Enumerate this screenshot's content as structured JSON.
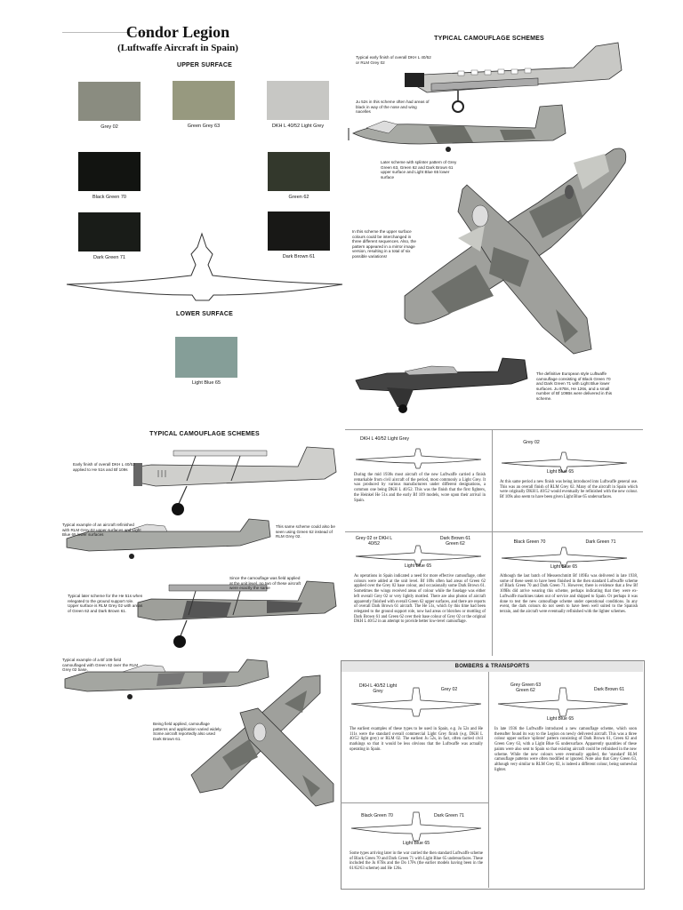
{
  "header": {
    "title": "Condor Legion",
    "subtitle": "(Luftwaffe Aircraft in Spain)"
  },
  "upper_surface": {
    "heading": "UPPER SURFACE",
    "swatches": [
      {
        "label": "Grey 02",
        "color": "#8a8c80"
      },
      {
        "label": "Green Grey 63",
        "color": "#97997f"
      },
      {
        "label": "DKH L 40/52 Light Grey",
        "color": "#c7c7c4"
      },
      {
        "label": "Black Green 70",
        "color": "#121411"
      },
      {
        "label": "Green 62",
        "color": "#33382c"
      },
      {
        "label": "Dark Green 71",
        "color": "#191c18"
      },
      {
        "label": "Dark Brown 61",
        "color": "#181816"
      }
    ]
  },
  "lower_surface": {
    "heading": "LOWER SURFACE",
    "swatch": {
      "label": "Light Blue 65",
      "color": "#859e98"
    }
  },
  "right_top": {
    "heading": "TYPICAL CAMOUFLAGE SCHEMES",
    "captions": [
      "Typical early finish of overall DKH L 40/52 or RLM Grey 02",
      "Ju 52s in this scheme often had areas of black in way of the nose and wing nacelles",
      "Later scheme with splinter pattern of Grey Green 63, Green 62 and Dark Brown 61 upper surface and Light Blue 65 lower surface",
      "In this scheme the upper surface colours could be interchanged in three different sequences. Also, the pattern appeared in a mirror image version, resulting in a total of six possible variations!",
      "The definitive European style Luftwaffe camouflage consisting of Black Green 70 and Dark Green 71 with Light Blue lower surfaces. Ju 87Bs, He 126s, and a small number of Bf 109Bs were delivered in this scheme."
    ]
  },
  "left_bottom": {
    "heading": "TYPICAL CAMOUFLAGE SCHEMES",
    "captions": [
      "Early finish of overall DKH L 40/52 applied to He 51s and Bf 109s",
      "Typical example of an aircraft refinished with RLM Grey 02 upper surfaces and Light Blue 65 lower surfaces",
      "This same scheme could also be seen using Green 62 instead of RLM Grey 02.",
      "Since the camouflage was field applied at the unit level, no two of these aircraft were exactly the same",
      "Typical later scheme for the He 51s when relegated to the ground support role. Upper surface is RLM Grey 02 with areas of Green 62 and Dark Brown 61.",
      "Typical example of a Bf 109 field camouflaged with Green 62 over the RLM Grey 02 base.",
      "Being field applied, camouflage patterns and application varied widely. Some aircraft reportedly also used Dark Brown 61."
    ]
  },
  "fighters": {
    "p1": {
      "top": "DKH L 40/52 Light Grey",
      "text": "During the mid 1930s most aircraft of the new Luftwaffe carried a finish remarkable from civil aircraft of the period, most commonly a Light Grey. It was produced by various manufacturers under different designations, a common one being DKH L 40/52. This was the finish that the first fighters, the Heinkel He 51s and the early Bf 109 models, wore upon their arrival in Spain."
    },
    "p2": {
      "top": "Grey 02",
      "bottom": "Light Blue 65",
      "text": "At this same period a new finish was being introduced into Luftwaffe general use. This was an overall finish of RLM Grey 02. Many of the aircraft in Spain which were originally DKH L 40/52 would eventually be refinished with the new colour. Bf 109s also seem to have been given Light Blue 65 undersurfaces."
    },
    "p3": {
      "tl": "Grey 02 or DKH L 40/52",
      "tr": "Dark Brown 61 Green 62",
      "bottom": "Light Blue 65",
      "text": "As operations in Spain indicated a need for more effective camouflage, other colours were added at the unit level. Bf 109s often had areas of Green 62 applied over the Grey 02 base colour, and occasionally some Dark Brown 61. Sometimes the wings received areas of colour while the fuselage was either left overall Grey 02 or very lightly mottled. There are also photos of aircraft apparently finished with overall Green 62 upper surfaces, and there are reports of overall Dark Brown 61 aircraft. The He 51s, which by this time had been relegated to the ground support role, now had areas or blotches or mottling of Dark Brown 61 and Green 62 over their base colour of Grey 02 or the original DKH L 40/52 in an attempt to provide better low-level camouflage."
    },
    "p4": {
      "tl": "Black Green 70",
      "tr": "Dark Green 71",
      "bottom": "Light Blue 65",
      "text": "Although the last batch of Messerschmitt Bf 109Es was delivered in late 1938, some of these seem to have been finished in the then standard Luftwaffe scheme of Black Green 70 and Dark Green 71. However, there is evidence that a few Bf 109Bs did arrive wearing this scheme, perhaps indicating that they were ex-Luftwaffe machines taken out of service and shipped to Spain. Or perhaps it was done to test the new camouflage scheme under operational conditions. In any event, the dark colours do not seem to have been well suited to the Spanish terrain, and the aircraft were eventually refinished with the lighter schemes."
    }
  },
  "bombers": {
    "heading": "BOMBERS & TRANSPORTS",
    "p1": {
      "tl": "DKH L 40/52 Light Grey",
      "tr": "Grey 02",
      "text": "The earliest examples of these types to be used in Spain, e.g. Ju 52s and He 111s were the standard overall commercial Light Grey finish (e.g. DKH L 40/52 light grey) or RLM 02. The earliest Ju 52s, in fact, often carried civil markings so that it would be less obvious that the Luftwaffe was actually operating in Spain."
    },
    "p2": {
      "tl": "Grey Green 63 Green 62",
      "tr": "Dark Brown 61",
      "bottom": "Light Blue 65",
      "text": "In late 1936 the Luftwaffe introduced a new camouflage scheme, which soon thereafter found its way to the Legion on newly delivered aircraft. This was a three colour upper surface 'splinter' pattern consisting of Dark Brown 61, Green 62 and Green Grey 63, with a Light Blue 65 undersurface. Apparently quantities of these paints were also sent to Spain so that existing aircraft could be refinished in the new scheme. While the new colours were eventually applied, the 'standard' RLM camouflage patterns were often modified or ignored. Note also that Grey Green 63, although very similar to RLM Grey 02, is indeed a different colour, being somewhat lighter."
    },
    "p3": {
      "tl": "Black Green 70",
      "tr": "Dark Green 71",
      "bottom": "Light Blue 65",
      "text": "Some types arriving later in the war carried the then standard Luftwaffe scheme of Black Green 70 and Dark Green 71 with Light Blue 65 undersurfaces. These included the Ju 87Bs and the Do 17Ps (the earlier models having been in the 61/62/63 scheme) and He 126s."
    }
  }
}
